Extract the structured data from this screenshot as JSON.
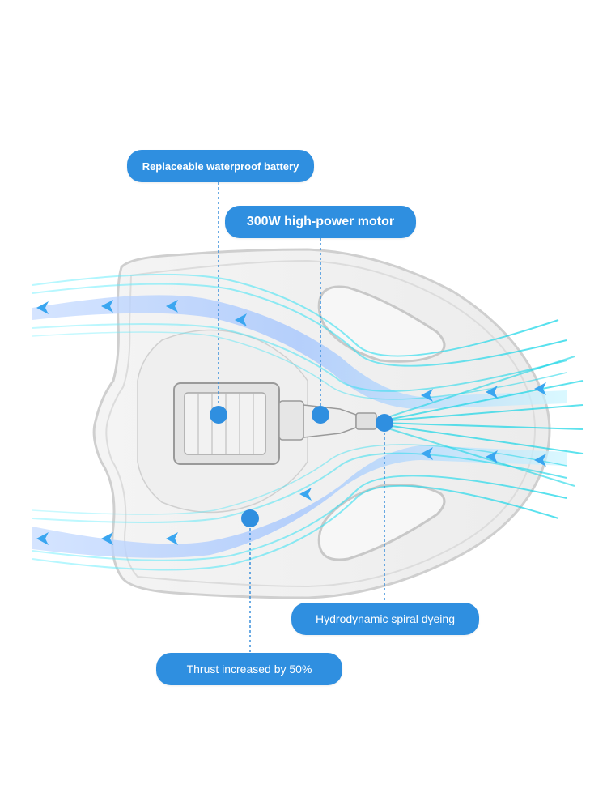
{
  "colors": {
    "callout_blue": "#2f8fe0",
    "flow_cyan": "#19d6e6",
    "flow_blue": "#8fb8ff",
    "hull_gray": "#d8d8d8"
  },
  "callouts": {
    "battery": "Replaceable waterproof battery",
    "motor": "300W high-power motor",
    "dyeing": "Hydrodynamic spiral dyeing",
    "thrust": "Thrust increased by 50%"
  }
}
